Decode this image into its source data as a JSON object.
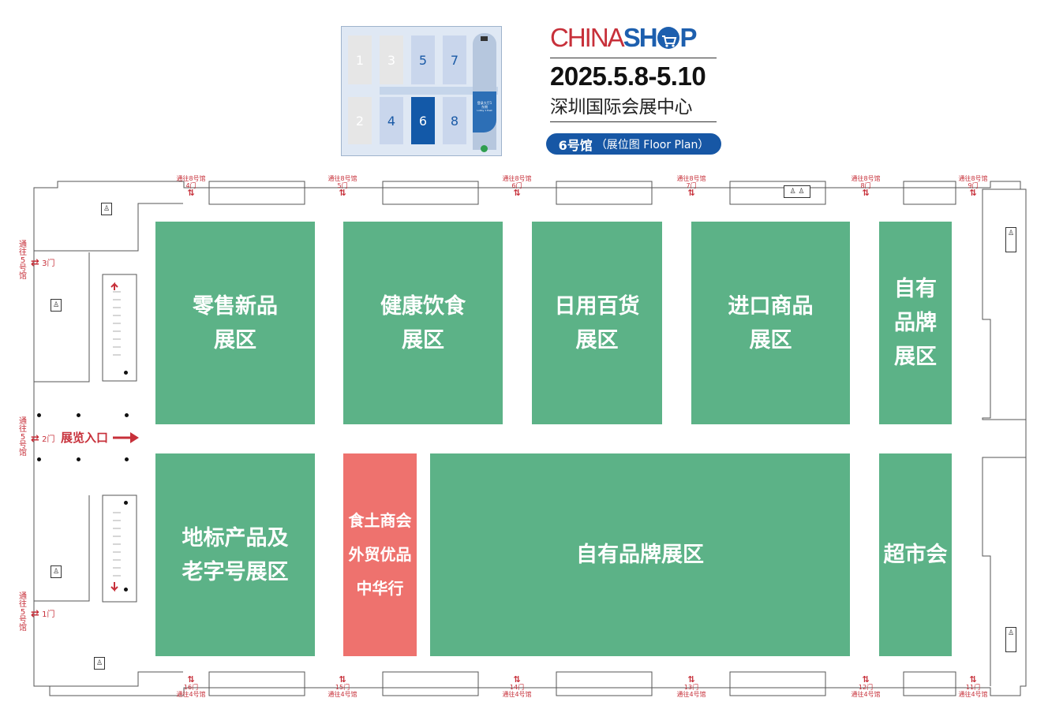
{
  "header": {
    "mini_map": {
      "halls": [
        "1",
        "3",
        "5",
        "7",
        "2",
        "4",
        "6",
        "8"
      ],
      "highlighted_hall": "6",
      "lobby_text": "登录大厅1\n东侧",
      "lobby_text_en": "Lobby 1 East"
    },
    "logo": {
      "part1": "CHINA",
      "part2": "SH",
      "part3": "P"
    },
    "dates": "2025.5.8-5.10",
    "venue": "深圳国际会展中心",
    "hall_badge": "6号馆",
    "plan_label": "（展位图 Floor Plan）"
  },
  "booths": [
    {
      "id": "retail",
      "label": "零售新品\n展区"
    },
    {
      "id": "health",
      "label": "健康饮食\n展区"
    },
    {
      "id": "daily",
      "label": "日用百货\n展区"
    },
    {
      "id": "import",
      "label": "进口商品\n展区"
    },
    {
      "id": "own-top",
      "label": "自有\n品牌\n展区"
    },
    {
      "id": "landmark",
      "label": "地标产品及\n老字号展区"
    },
    {
      "id": "chamber",
      "label": "食土商会\n外贸优品\n中华行"
    },
    {
      "id": "own-brand",
      "label": "自有品牌展区"
    },
    {
      "id": "supermarket",
      "label": "超市会"
    }
  ],
  "doors_top": [
    {
      "to": "通往8号馆",
      "door": "4门"
    },
    {
      "to": "通往8号馆",
      "door": "5门"
    },
    {
      "to": "通往8号馆",
      "door": "6门"
    },
    {
      "to": "通往8号馆",
      "door": "7门"
    },
    {
      "to": "通往8号馆",
      "door": "8门"
    },
    {
      "to": "通往8号馆",
      "door": "9门"
    }
  ],
  "doors_bottom": [
    {
      "to": "通往4号馆",
      "door": "16门"
    },
    {
      "to": "通往4号馆",
      "door": "15门"
    },
    {
      "to": "通往4号馆",
      "door": "14门"
    },
    {
      "to": "通往4号馆",
      "door": "13门"
    },
    {
      "to": "通往4号馆",
      "door": "12门"
    },
    {
      "to": "通往4号馆",
      "door": "11门"
    }
  ],
  "doors_left": [
    {
      "to": "通往5号馆",
      "door": "3门"
    },
    {
      "to": "通往5号馆",
      "door": "2门"
    },
    {
      "to": "通往5号馆",
      "door": "1门"
    }
  ],
  "entrance": "展览入口"
}
